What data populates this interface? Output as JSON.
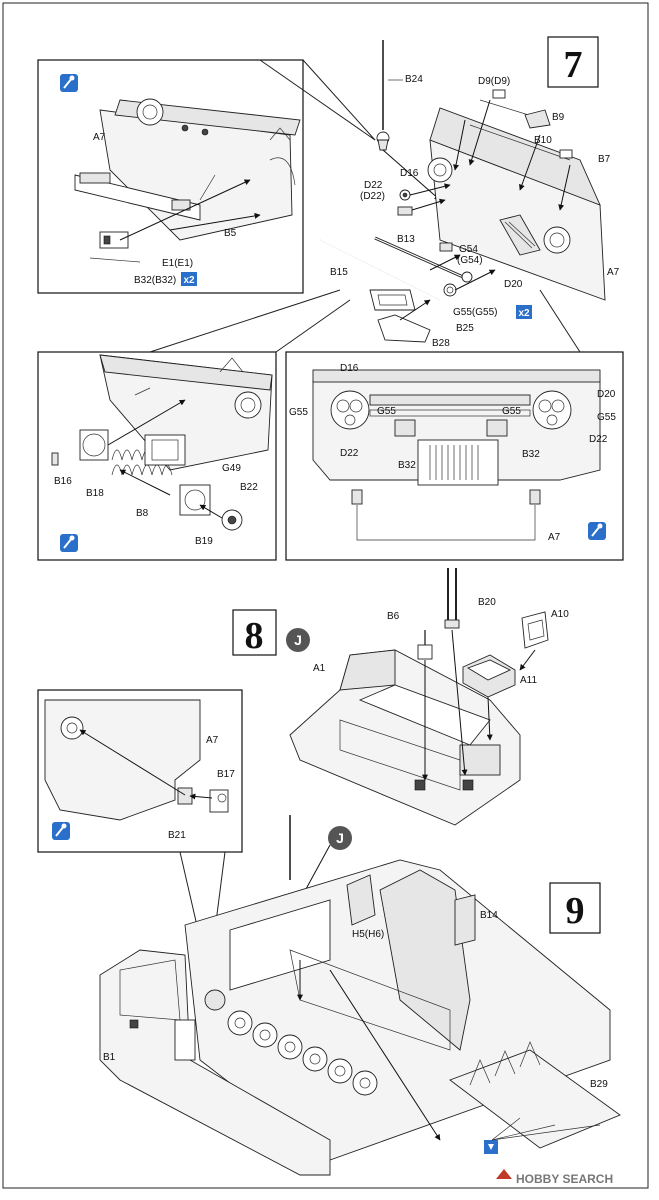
{
  "steps": {
    "step7": "7",
    "step8": "8",
    "step9": "9"
  },
  "paint_marker": "J",
  "labels": {
    "B24": "B24",
    "D9": "D9(D9)",
    "B9": "B9",
    "B10": "B10",
    "B7": "B7",
    "D16": "D16",
    "D22": "D22",
    "D22p": "(D22)",
    "A7": "A7",
    "B5": "B5",
    "E1": "E1(E1)",
    "B32": "B32(B32)",
    "B13": "B13",
    "G54": "G54",
    "G54p": "(G54)",
    "D20": "D20",
    "B15": "B15",
    "G55": "G55(G55)",
    "B25": "B25",
    "B28": "B28",
    "G49": "G49",
    "B16": "B16",
    "B18": "B18",
    "B8": "B8",
    "B22": "B22",
    "B19": "B19",
    "G55s": "G55",
    "D22s": "D22",
    "D20s": "D20",
    "B32s": "B32",
    "D16s": "D16",
    "B20": "B20",
    "A10": "A10",
    "B6": "B6",
    "A1": "A1",
    "A11": "A11",
    "B17": "B17",
    "B21": "B21",
    "B14": "B14",
    "H5": "H5(H6)",
    "B1": "B1",
    "B29": "B29"
  },
  "multipliers": {
    "x2a": "x2",
    "x2b": "x2"
  },
  "watermark": "HOBBY SEARCH",
  "icons": {
    "glue": "glue-icon",
    "extra": "extra-part-icon"
  }
}
